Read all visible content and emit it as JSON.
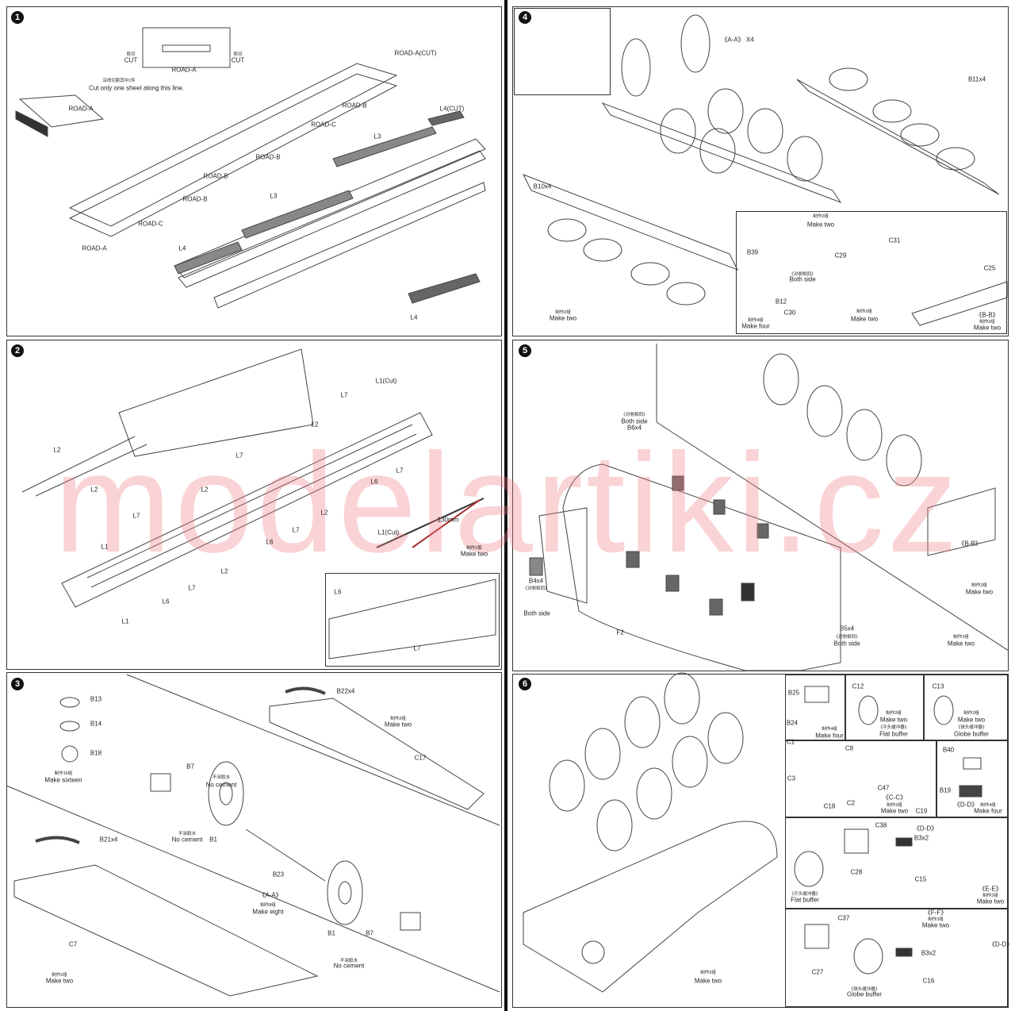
{
  "watermark": "modelartiki.cz",
  "steps": [
    "1",
    "2",
    "3",
    "4",
    "5",
    "6"
  ],
  "p1": [
    "ROAD-A",
    "剪切",
    "CUT",
    "剪切",
    "CUT",
    "沿线切割其中1件",
    "Cut only one sheet along this line.",
    "ROAD-A(CUT)",
    "ROAD-A",
    "ROAD-B",
    "ROAD-C",
    "ROAD-B",
    "ROAD-B",
    "ROAD-B",
    "ROAD-C",
    "ROAD-A",
    "L4(CUT)",
    "L3",
    "L3",
    "L4",
    "L4"
  ],
  "p2": [
    "L2",
    "L2",
    "L2",
    "L2",
    "L2",
    "L2",
    "L7",
    "L1(Cut)",
    "L7",
    "L7",
    "L6",
    "L7",
    "L6",
    "L7",
    "L1",
    "L6",
    "L7",
    "L1",
    "L1(Cut)",
    "130mm",
    "制作2套",
    "Make two",
    "L6",
    "L7"
  ],
  "p3": [
    "B13",
    "B14",
    "B18",
    "制作16组",
    "Make sixteen",
    "B7",
    "不涂胶水",
    "No cement",
    "B1",
    "不涂胶水",
    "No cement",
    "B23",
    "《A-A》",
    "制作8组",
    "Make eight",
    "B1",
    "B7",
    "不涂胶水",
    "No cement",
    "B22x4",
    "制作2组",
    "Make two",
    "C17",
    "B21x4",
    "C7",
    "制作2组",
    "Make two"
  ],
  "p4": [
    "《A-A》 X4",
    "B11x4",
    "B10x4",
    "制作2组",
    "Make two",
    "制作2组",
    "Make two",
    "B39",
    "C29",
    "C31",
    "《对侧相同》",
    "Both side",
    "B12",
    "C30",
    "制作4组",
    "Make four",
    "制作2组",
    "Make two",
    "C25",
    "《B-B》",
    "制作2组",
    "Make two"
  ],
  "p5": [
    "《对侧相同》",
    "Both side",
    "B6x4",
    "《B-B》",
    "制作2组",
    "Make two",
    "B4x4",
    "《对侧相同》",
    "Both side",
    "F2",
    "B5x4",
    "《对侧相同》",
    "Both side",
    "制作2组",
    "Make two"
  ],
  "p6": [
    "制作2组",
    "Make two",
    "B25",
    "B24",
    "制作4组",
    "Make four",
    "C12",
    "制作2组",
    "Make two",
    "《平头缓冲器》",
    "Flat buffer",
    "C13",
    "制作2组",
    "Make two",
    "《球头缓冲器》",
    "Globe buffer",
    "C1",
    "C8",
    "C3",
    "C47",
    "《C-C》",
    "制作2组",
    "Make two",
    "C18",
    "C2",
    "C19",
    "B40",
    "B19",
    "《D-D》",
    "制作4组",
    "Make four",
    "C38",
    "《D-D》",
    "B3x2",
    "C28",
    "C15",
    "《平头缓冲器》",
    "Flat buffer",
    "《E-E》",
    "制作2组",
    "Make two",
    "C37",
    "《F-F》",
    "制作2组",
    "Make two",
    "《D-D》",
    "B3x2",
    "C27",
    "C16",
    "《球头缓冲器》",
    "Globe buffer"
  ]
}
